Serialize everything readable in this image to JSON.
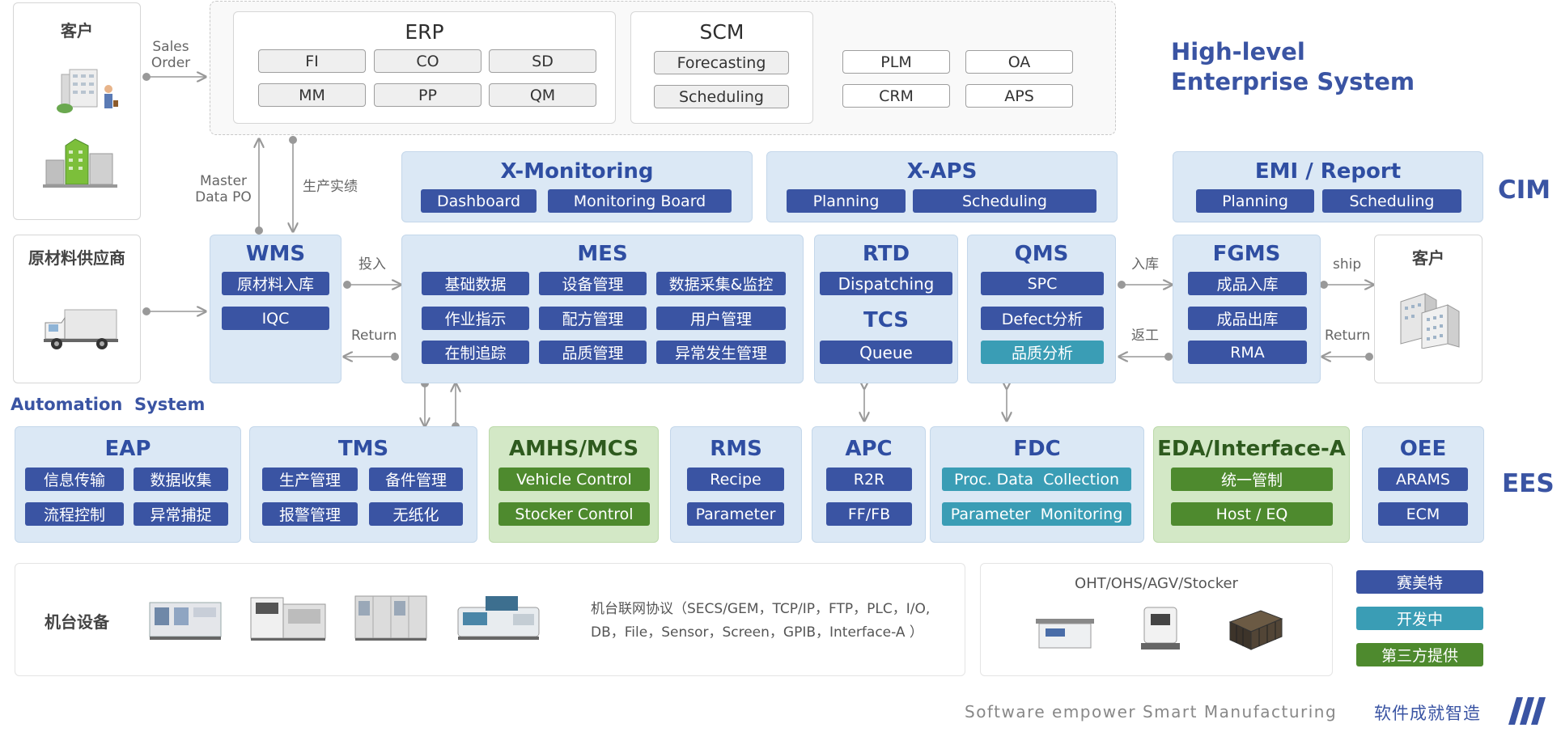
{
  "high_level": {
    "title_line1": "High-level",
    "title_line2": "Enterprise System",
    "erp": {
      "title": "ERP",
      "modules": [
        "FI",
        "CO",
        "SD",
        "MM",
        "PP",
        "QM"
      ]
    },
    "scm": {
      "title": "SCM",
      "modules": [
        "Forecasting",
        "Scheduling"
      ]
    },
    "others": [
      "PLM",
      "OA",
      "CRM",
      "APS"
    ]
  },
  "side_labels": {
    "cim": "CIM",
    "ees": "EES",
    "automation": "Automation  System"
  },
  "customer_left": {
    "title": "客户"
  },
  "supplier": {
    "title": "原材料供应商"
  },
  "customer_right": {
    "title": "客户"
  },
  "flows": {
    "sales_order_1": "Sales",
    "sales_order_2": "Order",
    "master_po_1": "Master",
    "master_po_2": "Data PO",
    "production_actual": "生产实绩",
    "input": "投入",
    "return_left": "Return",
    "warehouse_in": "入库",
    "rework": "返工",
    "ship": "ship",
    "return_right": "Return"
  },
  "cim": {
    "x_monitoring": {
      "title": "X-Monitoring",
      "items": [
        "Dashboard",
        "Monitoring Board"
      ]
    },
    "x_aps": {
      "title": "X-APS",
      "items": [
        "Planning",
        "Scheduling"
      ]
    },
    "emi": {
      "title": "EMI / Report",
      "items": [
        "Planning",
        "Scheduling"
      ]
    },
    "wms": {
      "title": "WMS",
      "items": [
        "原材料入库",
        "IQC"
      ]
    },
    "mes": {
      "title": "MES",
      "items": [
        "基础数据",
        "设备管理",
        "数据采集&监控",
        "作业指示",
        "配方管理",
        "用户管理",
        "在制追踪",
        "品质管理",
        "异常发生管理"
      ]
    },
    "rtd": {
      "title": "RTD",
      "item": "Dispatching",
      "sub_title": "TCS",
      "sub_item": "Queue"
    },
    "qms": {
      "title": "QMS",
      "items": [
        "SPC",
        "Defect分析",
        "品质分析"
      ]
    },
    "fgms": {
      "title": "FGMS",
      "items": [
        "成品入库",
        "成品出库",
        "RMA"
      ]
    }
  },
  "ees": {
    "eap": {
      "title": "EAP",
      "items": [
        "信息传输",
        "数据收集",
        "流程控制",
        "异常捕捉"
      ]
    },
    "tms": {
      "title": "TMS",
      "items": [
        "生产管理",
        "备件管理",
        "报警管理",
        "无纸化"
      ]
    },
    "amhs": {
      "title": "AMHS/MCS",
      "items": [
        "Vehicle Control",
        "Stocker Control"
      ]
    },
    "rms": {
      "title": "RMS",
      "items": [
        "Recipe",
        "Parameter"
      ]
    },
    "apc": {
      "title": "APC",
      "items": [
        "R2R",
        "FF/FB"
      ]
    },
    "fdc": {
      "title": "FDC",
      "items": [
        "Proc. Data  Collection",
        "Parameter  Monitoring"
      ]
    },
    "eda": {
      "title": "EDA/Interface-A",
      "items": [
        "统一管制",
        "Host / EQ"
      ]
    },
    "oee": {
      "title": "OEE",
      "items": [
        "ARAMS",
        "ECM"
      ]
    }
  },
  "equipment": {
    "title": "机台设备",
    "protocol_line1": "机台联网协议（SECS/GEM，TCP/IP，FTP，PLC，I/O,",
    "protocol_line2": "DB，File，Sensor，Screen，GPIB，Interface-A ）",
    "transport_title": "OHT/OHS/AGV/Stocker"
  },
  "legend": [
    "赛美特",
    "开发中",
    "第三方提供"
  ],
  "footer": {
    "slogan_en": "Software empower Smart Manufacturing",
    "slogan_cn": "软件成就智造"
  },
  "colors": {
    "title_blue": "#2f4ea2",
    "button_blue": "#3a54a3",
    "teal": "#3a9db5",
    "green": "#4e8a2e",
    "light_blue_bg": "#dbe8f5",
    "light_green_bg": "#d3e8c6"
  }
}
